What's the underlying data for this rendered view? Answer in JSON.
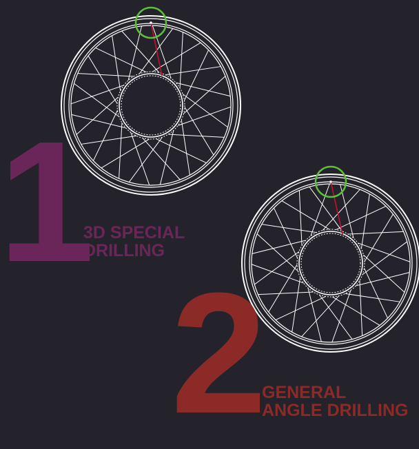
{
  "methods": [
    {
      "number": "1",
      "label_line1": "3D SPECIAL",
      "label_line2": "DRILLING",
      "color": "#6b2659"
    },
    {
      "number": "2",
      "label_line1": "GENERAL",
      "label_line2": "ANGLE DRILLING",
      "color": "#8b2a26"
    }
  ],
  "colors": {
    "background": "#24232b",
    "wheel_line": "#ffffff",
    "highlight_circle": "#5cbf3a",
    "drill_line": "#c8102e"
  },
  "icons": [
    "wheel-rim-diagram",
    "drill-point-highlight"
  ]
}
